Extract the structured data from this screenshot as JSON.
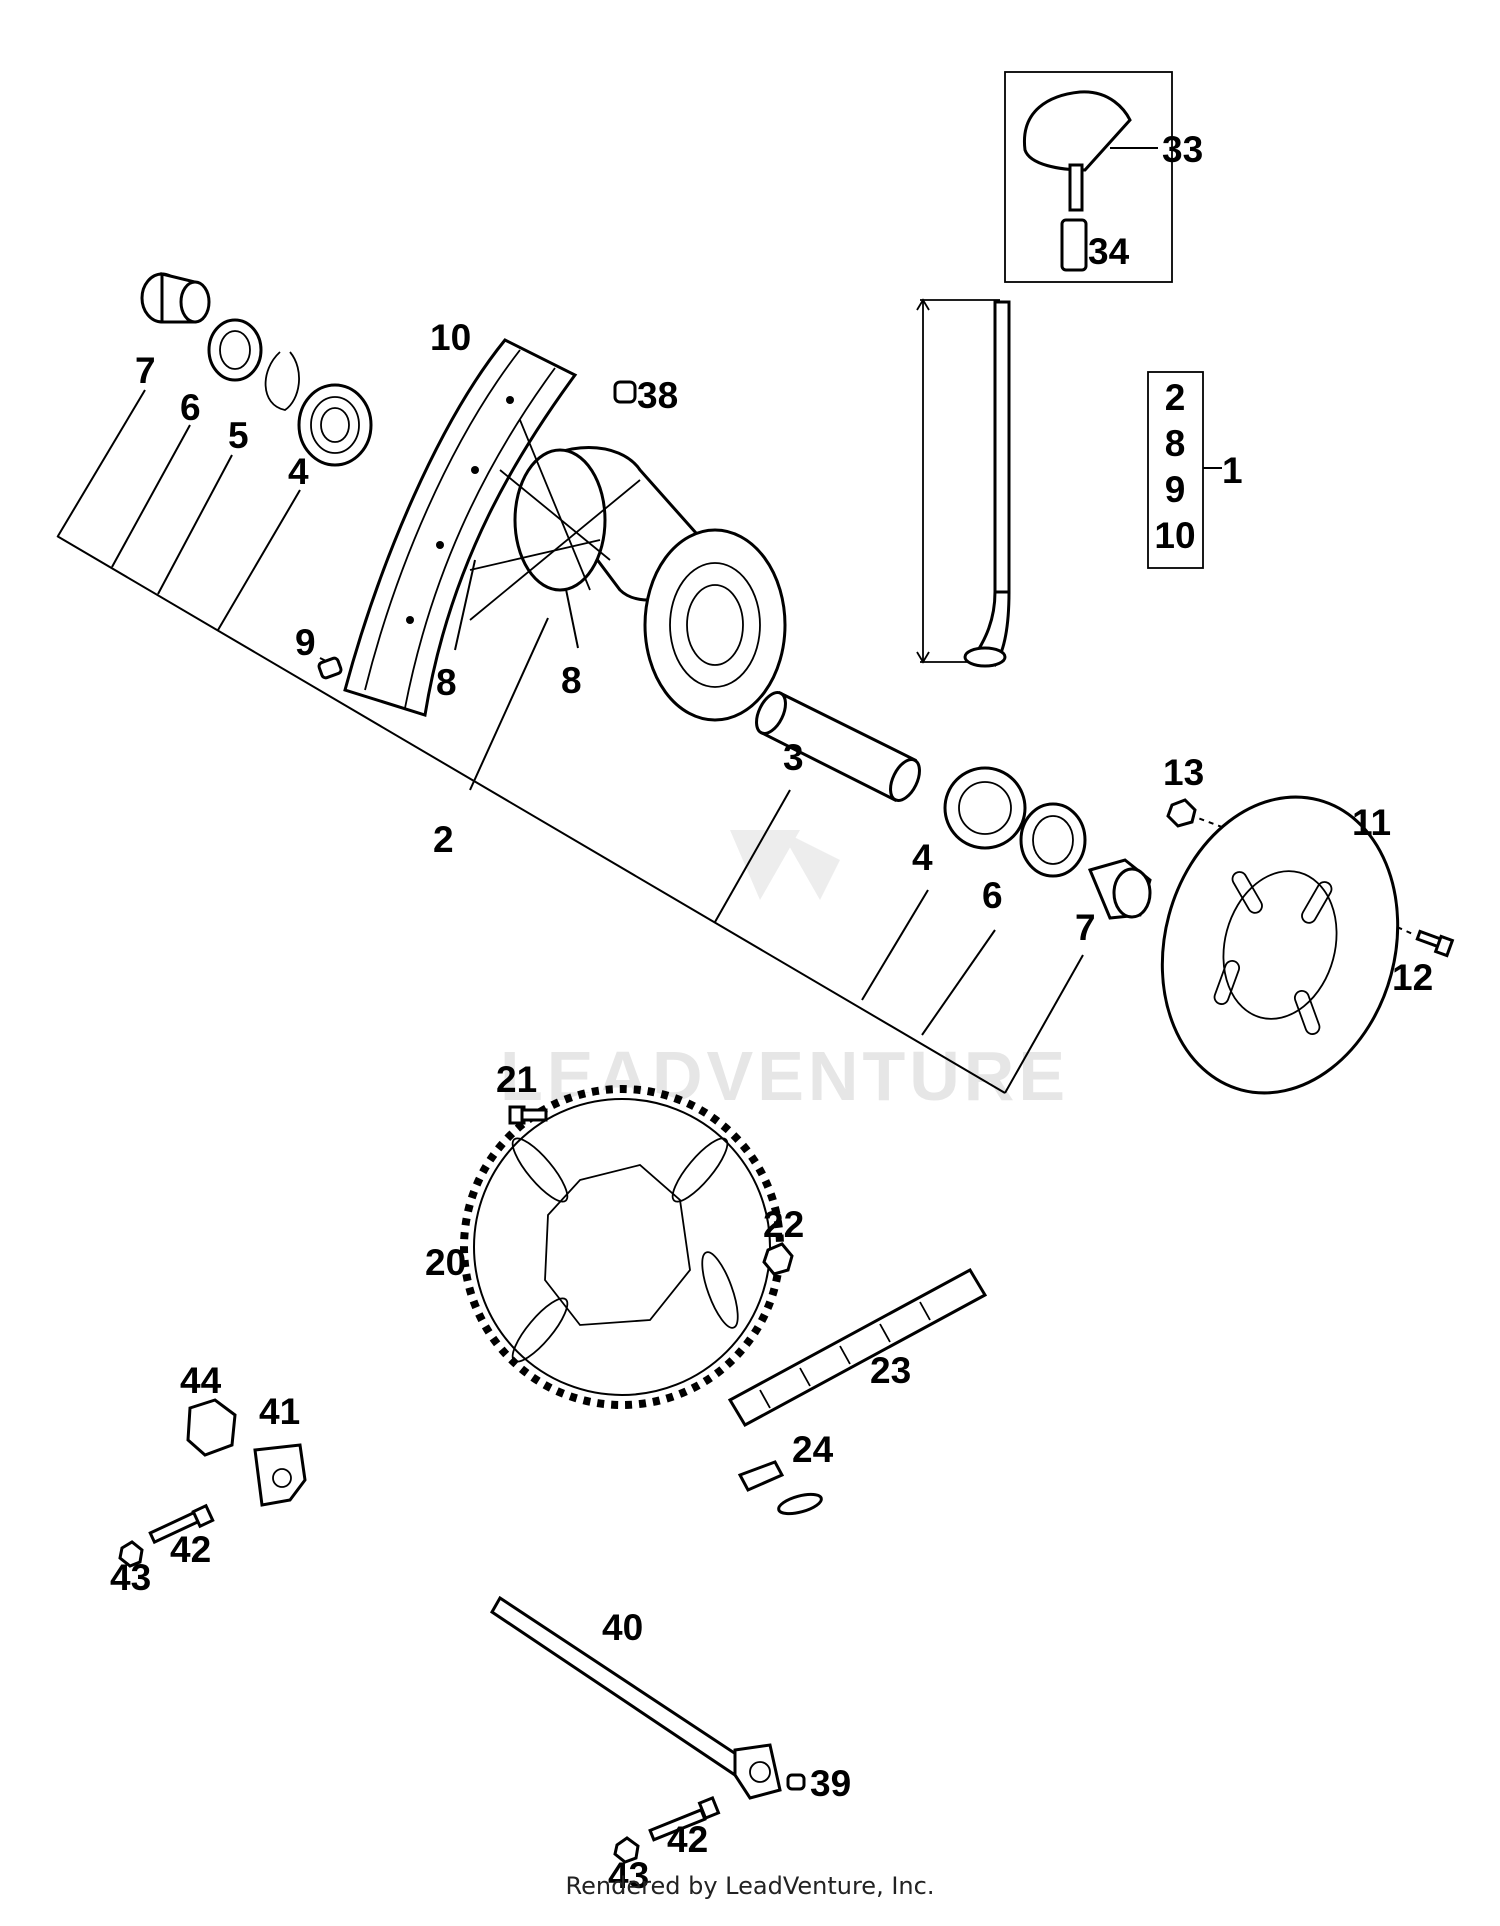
{
  "diagram": {
    "watermark": "LEADVENTURE",
    "kit_box": {
      "items": [
        "2",
        "8",
        "9",
        "10"
      ],
      "ref": "1"
    },
    "callouts": {
      "c7a": "7",
      "c6a": "6",
      "c5": "5",
      "c4a": "4",
      "c10": "10",
      "c38": "38",
      "c9": "9",
      "c8a": "8",
      "c8b": "8",
      "c2": "2",
      "c3": "3",
      "c4b": "4",
      "c6b": "6",
      "c7b": "7",
      "c13": "13",
      "c11": "11",
      "c12": "12",
      "c33": "33",
      "c34": "34",
      "c21": "21",
      "c20": "20",
      "c22": "22",
      "c23": "23",
      "c24": "24",
      "c44": "44",
      "c41": "41",
      "c42a": "42",
      "c43a": "43",
      "c40": "40",
      "c39": "39",
      "c42b": "42",
      "c43b": "43"
    }
  },
  "footer": {
    "text": "Rendered by LeadVenture, Inc."
  }
}
